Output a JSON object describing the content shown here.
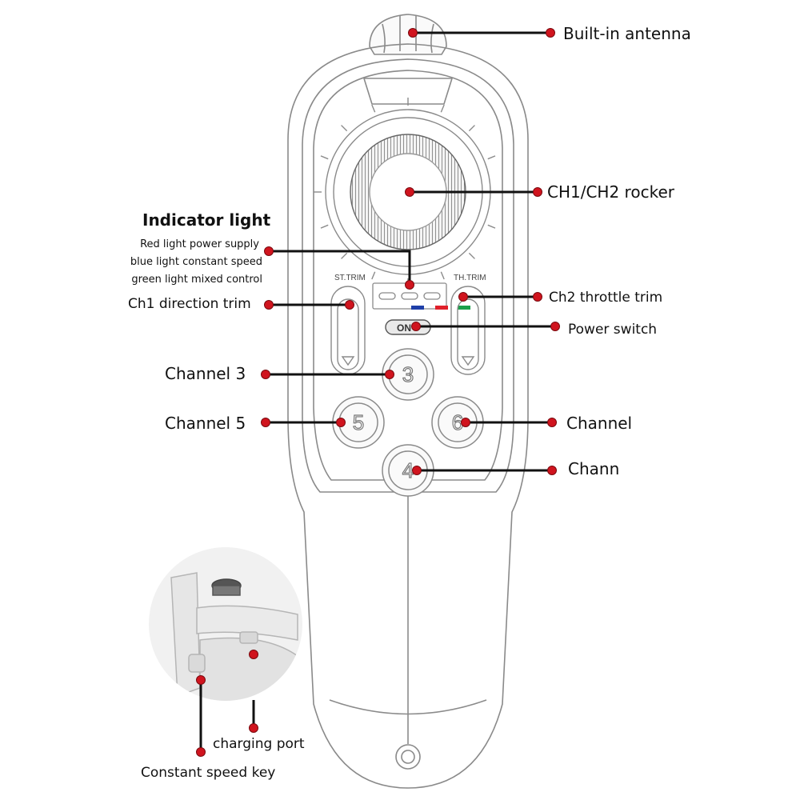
{
  "labels": {
    "antenna": "Built-in antenna",
    "rocker": "CH1/CH2 rocker",
    "indicator_title": "Indicator light",
    "indicator_red": "Red light power supply",
    "indicator_blue": "blue light constant speed",
    "indicator_green": "green light mixed control",
    "ch1_trim": "Ch1 direction trim",
    "ch2_trim": "Ch2 throttle trim",
    "power_switch": "Power switch",
    "channel3": "Channel 3",
    "channel5": "Channel 5",
    "channel6": "Channel",
    "channel4": "Chann",
    "charging_port": "charging port",
    "constant_speed_key": "Constant speed key"
  },
  "device_text": {
    "st_trim": "ST.TRIM",
    "th_trim": "TH.TRIM",
    "on": "ON",
    "btn3": "3",
    "btn5": "5",
    "btn6": "6",
    "btn4": "4"
  },
  "colors": {
    "marker": "#d0141e",
    "line": "#111111",
    "outline": "#8a8a8a",
    "led_blue": "#1f3fa8",
    "led_red": "#e0202a",
    "led_green": "#1aa04a"
  }
}
